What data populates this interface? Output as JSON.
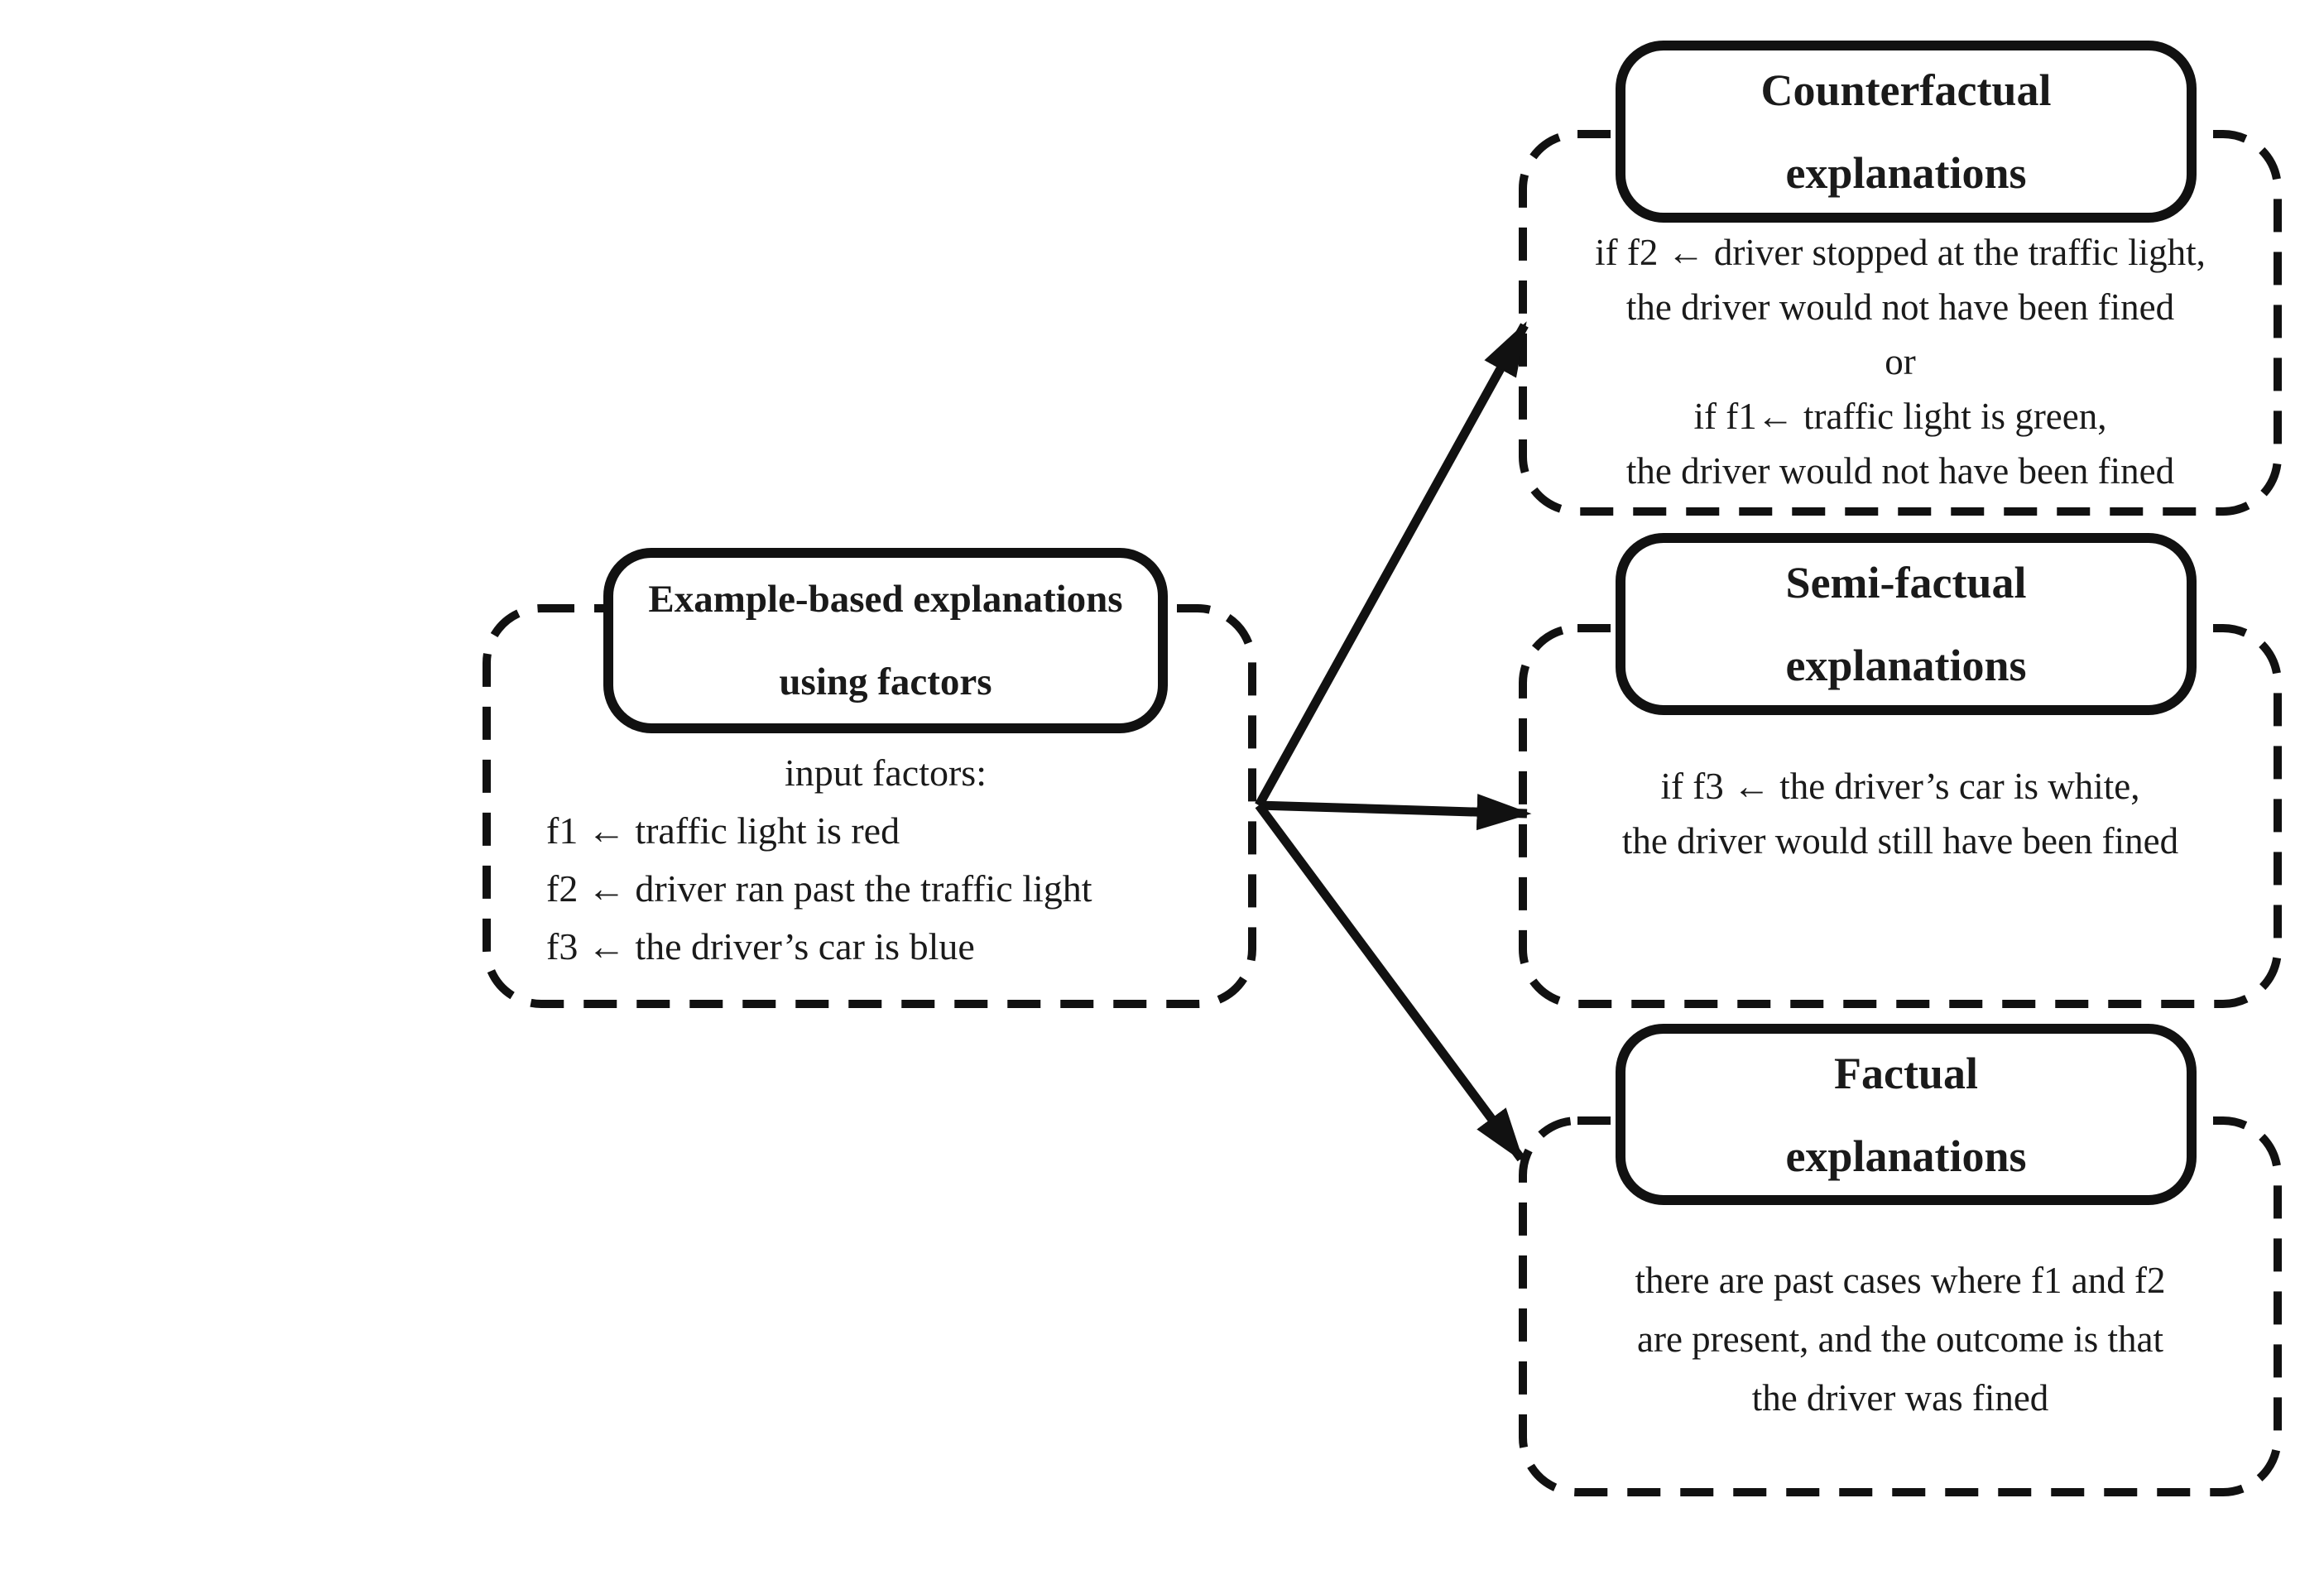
{
  "figure": {
    "background": "#ffffff",
    "ink": "#1a1a1a"
  },
  "source_box": {
    "title_line1": "Example-based explanations",
    "title_line2": "using factors",
    "heading": "input factors:",
    "factors": [
      "f1 ← traffic light is red",
      "f2 ← driver ran past the traffic light",
      "f3 ← the driver’s car is blue"
    ]
  },
  "counterfactual_box": {
    "title_line1": "Counterfactual",
    "title_line2": "explanations",
    "lines": [
      "if f2 ← driver stopped at the traffic light,",
      "the driver would not have been fined",
      "or",
      "if f1← traffic light is green,",
      "the driver would not have been fined"
    ]
  },
  "semifactual_box": {
    "title_line1": "Semi-factual",
    "title_line2": "explanations",
    "lines": [
      "if f3 ← the driver’s car is white,",
      "the driver would still have been fined"
    ]
  },
  "factual_box": {
    "title_line1": "Factual",
    "title_line2": "explanations",
    "lines": [
      "there are past cases where f1 and f2",
      "are present, and the outcome is that",
      "the driver was fined"
    ]
  }
}
